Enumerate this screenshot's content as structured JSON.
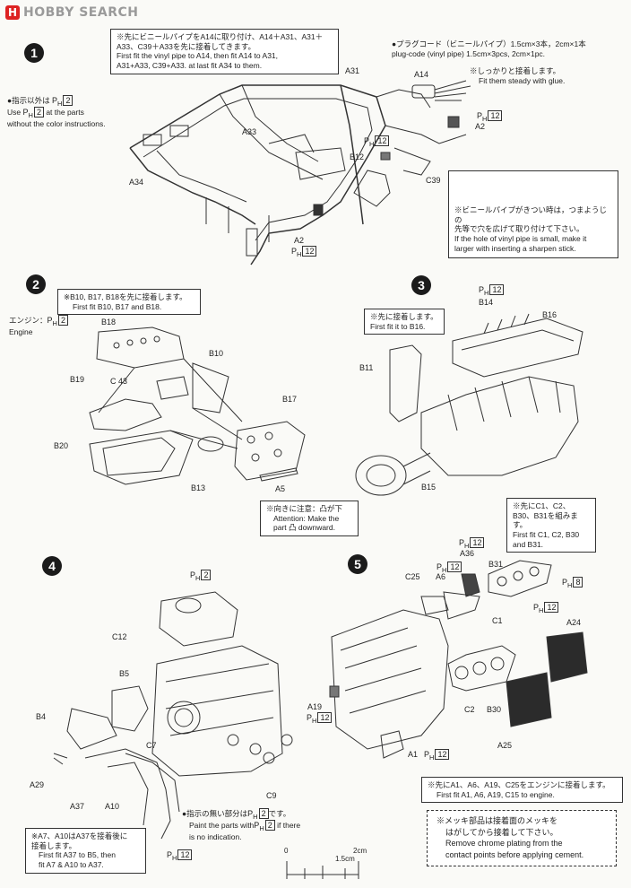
{
  "header": {
    "logo_mark": "H",
    "logo_text": "HOBBY SEARCH"
  },
  "steps": [
    "1",
    "2",
    "3",
    "4",
    "5"
  ],
  "step1": {
    "instruction_box": {
      "jp": "※先にビニールパイプをA14に取り付け、A14＋A31、A31＋A33、C39＋A33を先に接着してきます。",
      "en1": "First fit the vinyl pipe to A14, then fit A14 to A31,",
      "en2": "A31+A33, C39+A33. at last fit A34 to them."
    },
    "paint_note": {
      "jp": "●指示以外は",
      "code": "2",
      "en1": "Use",
      "en2": "at the parts",
      "en3": "without the color instructions."
    },
    "plug_note": {
      "jp": "●プラグコード（ビニールパイプ）1.5cm×3本，2cm×1本",
      "en": "plug-code (vinyl pipe) 1.5cm×3pcs, 2cm×1pc."
    },
    "glue_note": {
      "jp": "※しっかりと接着します。",
      "en": "Fit them steady with glue."
    },
    "hole_box": {
      "jp1": "※ビニールパイプがきつい時は，つまようじの",
      "jp2": "先等で穴を広げて取り付けて下さい。",
      "en1": "If the hole of vinyl pipe is small, make it",
      "en2": "larger with inserting a sharpen stick."
    },
    "labels": [
      "A31",
      "A14",
      "A33",
      "A34",
      "B12",
      "C39",
      "A2",
      "A2"
    ],
    "ph_codes": [
      "12",
      "12",
      "12"
    ]
  },
  "step2": {
    "instruction_box": {
      "jp": "※B10, B17, B18を先に接着します。",
      "en": "First fit B10, B17 and B18."
    },
    "engine_note": {
      "jp": "エンジン：",
      "code": "2",
      "en": "Engine"
    },
    "attention_box": {
      "jp": "※向きに注意：凸が下",
      "en1": "Attention: Make the",
      "en2": "part 凸 downward."
    },
    "labels": [
      "B18",
      "B10",
      "C 43",
      "B19",
      "B17",
      "B20",
      "B13",
      "A5"
    ]
  },
  "step3": {
    "instruction_box": {
      "jp": "※先に接着します。",
      "en": "First fit it to B16."
    },
    "labels": [
      "B14",
      "B16",
      "B11",
      "B15"
    ],
    "ph_code": "12"
  },
  "step4": {
    "labels": [
      "C12",
      "B5",
      "B4",
      "C7",
      "A29",
      "A37",
      "A10",
      "C9"
    ],
    "ph_codes": [
      "2",
      "12"
    ],
    "paint_note": {
      "jp": "●指示の無い部分は",
      "jp_code": "2",
      "jp_end": "です。",
      "en1": "Paint the parts with",
      "en_code": "2",
      "en2": "if there",
      "en3": "is no indication."
    },
    "instruction_box": {
      "jp1": "※A7、A10はA37を接着後に",
      "jp2": "接着します。",
      "en1": "First fit A37 to B5, then",
      "en2": "fit A7 & A10 to A37."
    }
  },
  "step5": {
    "instruction_box": {
      "jp": "※先にC1、C2、B30、B31を組みます。",
      "en1": "First fit C1, C2, B30",
      "en2": "and B31."
    },
    "labels": [
      "A36",
      "C25",
      "A6",
      "B31",
      "C1",
      "A24",
      "A19",
      "C2",
      "B30",
      "A25",
      "A1"
    ],
    "ph_codes": [
      "12",
      "12",
      "8",
      "12",
      "12",
      "12"
    ],
    "engine_box": {
      "jp": "※先にA1、A6、A19、C25をエンジンに接着します。",
      "en": "First fit A1, A6, A19, C15 to engine."
    }
  },
  "chrome_box": {
    "jp1": "※メッキ部品は接着面のメッキを",
    "jp2": "はがしてから接着して下さい。",
    "en1": "Remove chrome plating from the",
    "en2": "contact points before applying cement."
  },
  "scale": {
    "zero": "0",
    "mid": "1.5cm",
    "end": "2cm"
  },
  "ph_prefix": "PH"
}
